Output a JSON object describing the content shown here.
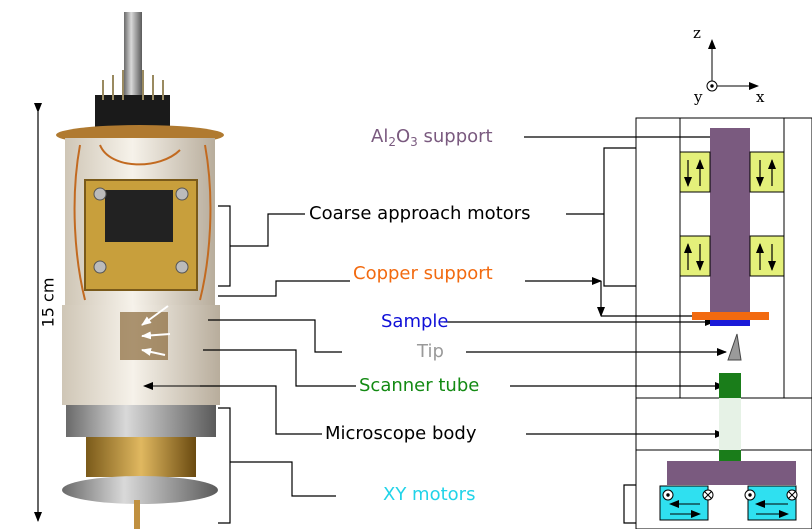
{
  "labels": {
    "al2o3": {
      "pre": "Al",
      "s1": "2",
      "mid": "O",
      "s2": "3",
      "post": " support",
      "color": "#7a5a7f"
    },
    "coarse": {
      "text": "Coarse approach motors",
      "color": "#000000"
    },
    "copper": {
      "text": "Copper support",
      "color": "#f26a10"
    },
    "sample": {
      "text": "Sample",
      "color": "#1010d8"
    },
    "tip": {
      "text": "Tip",
      "color": "#9a9a9a"
    },
    "scanner": {
      "text": "Scanner tube",
      "color": "#138a13"
    },
    "body": {
      "text": "Microscope body",
      "color": "#000000"
    },
    "xy": {
      "text": "XY motors",
      "color": "#21d3e8"
    }
  },
  "scale": {
    "text": "15 cm"
  },
  "axes": {
    "z": "z",
    "y": "y",
    "x": "x"
  },
  "colors": {
    "purple": "#7a5a7f",
    "copper": "#f26a10",
    "sample": "#1a1ad8",
    "green": "#1a7d1a",
    "tube_light": "#e6f2e6",
    "motor_yellow": "#e4f07a",
    "cyan": "#2fe0f0"
  }
}
